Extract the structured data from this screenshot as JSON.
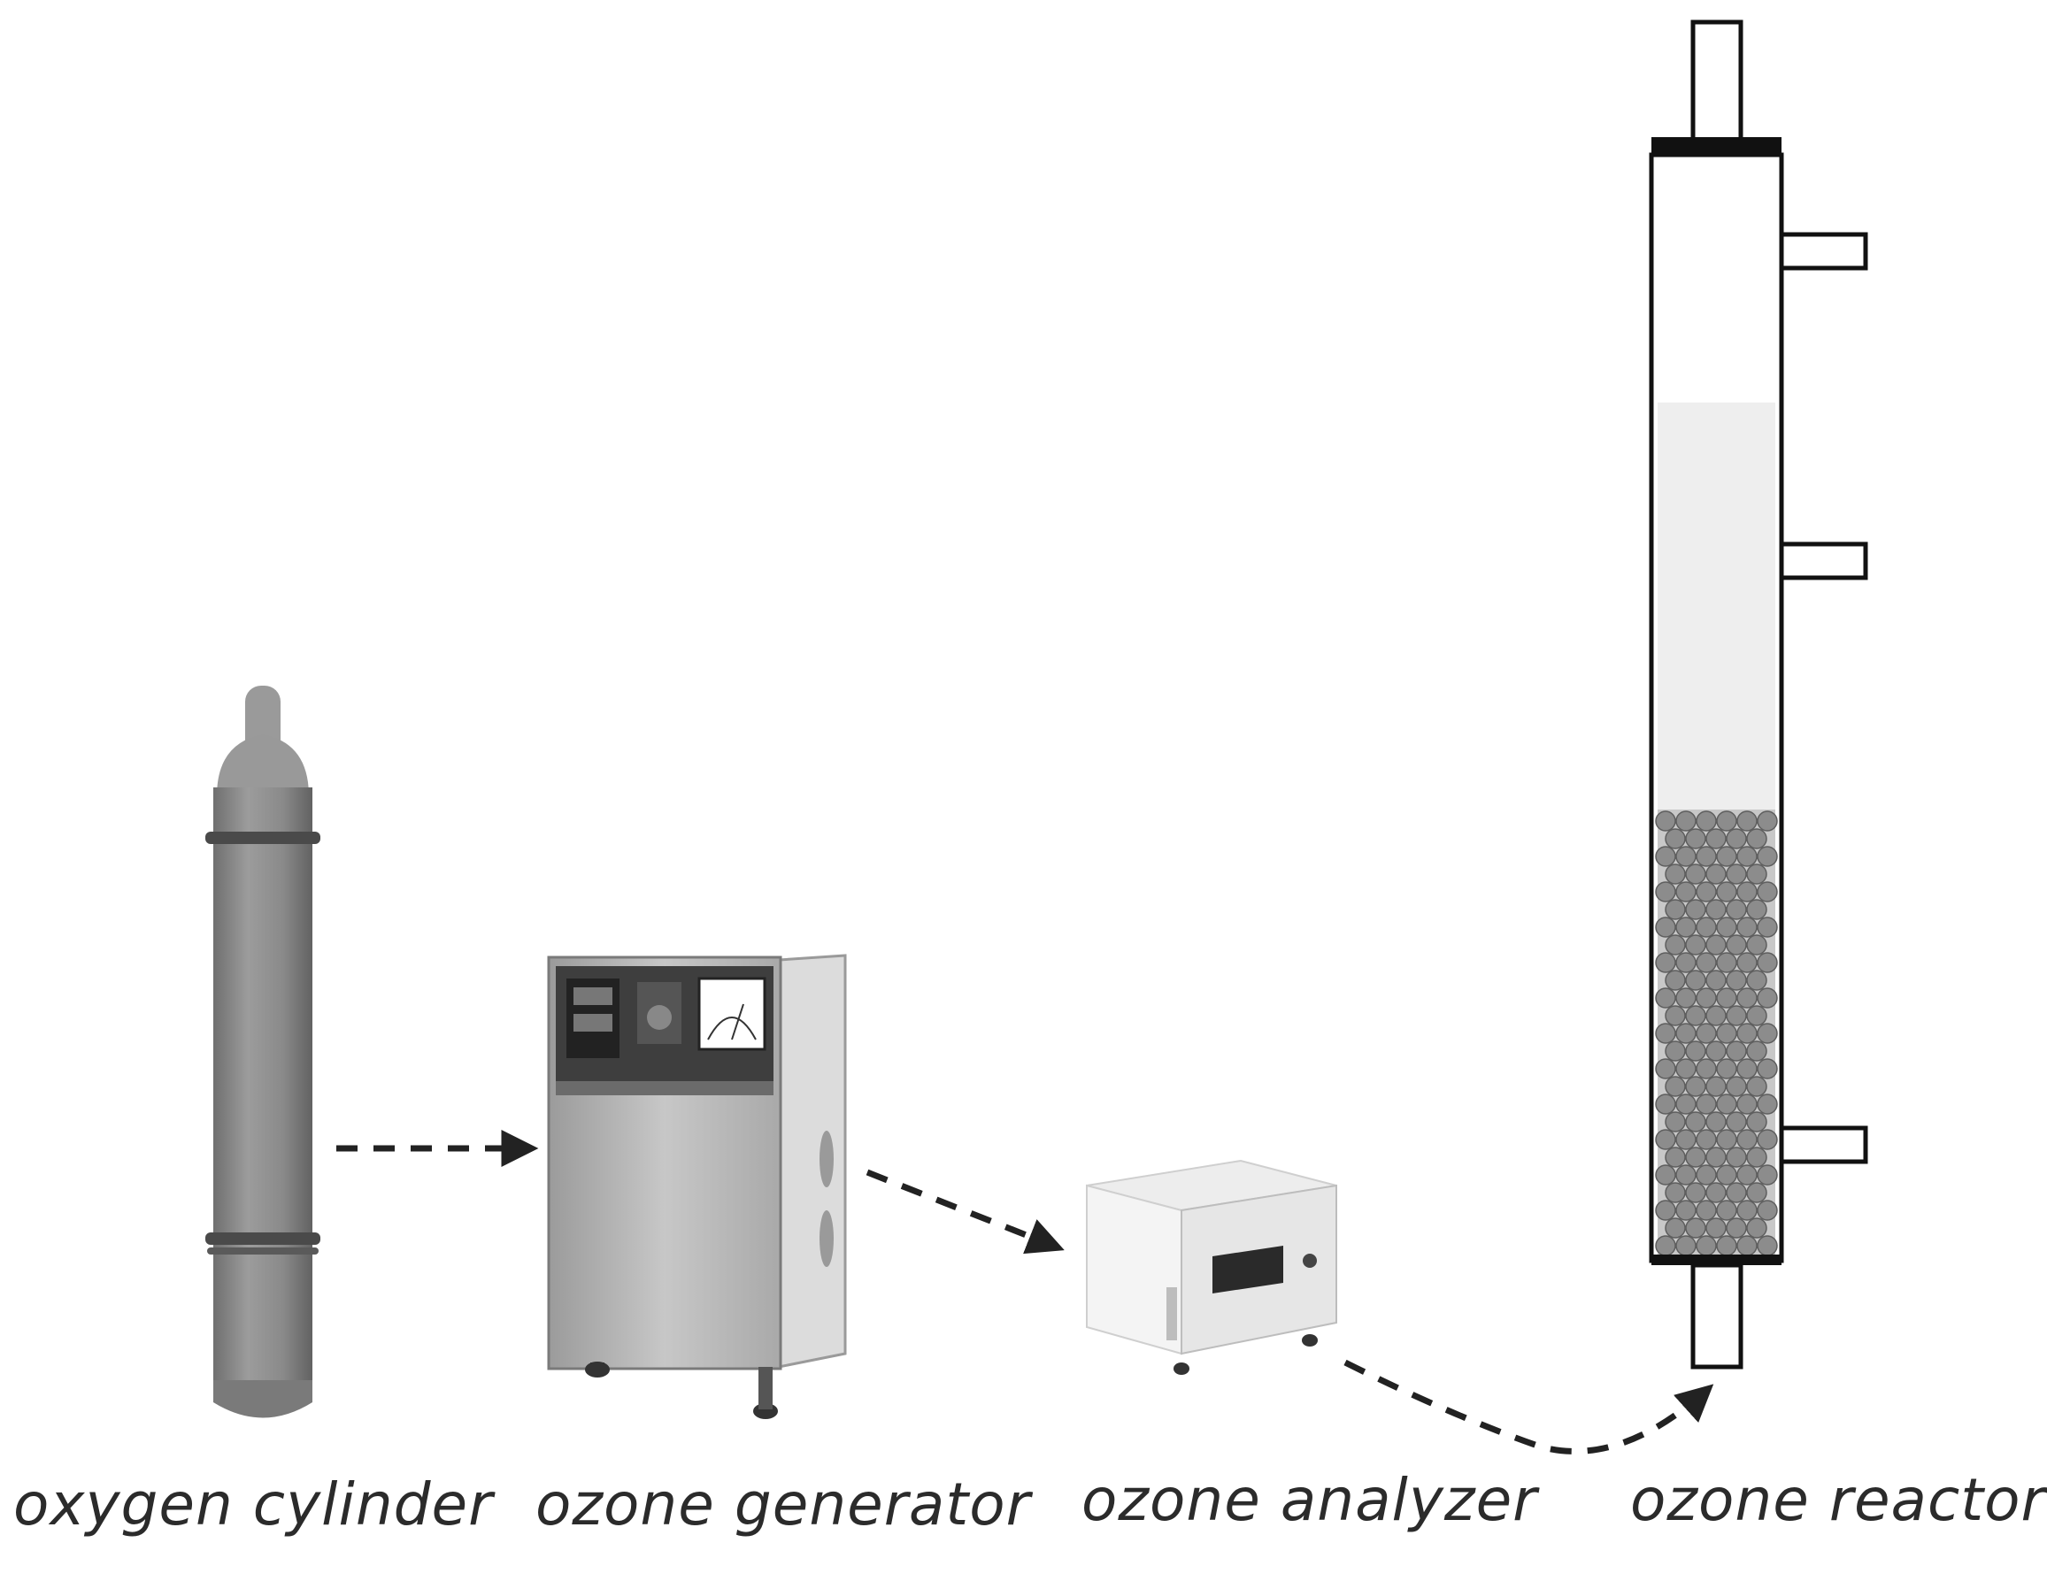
{
  "components": [
    {
      "id": "oxygen-cylinder",
      "label": "oxygen cylinder"
    },
    {
      "id": "ozone-generator",
      "label": "ozone generator"
    },
    {
      "id": "ozone-analyzer",
      "label": "ozone analyzer"
    },
    {
      "id": "ozone-reactor",
      "label": "ozone reactor"
    }
  ],
  "flow": [
    {
      "from": "oxygen-cylinder",
      "to": "ozone-generator"
    },
    {
      "from": "ozone-generator",
      "to": "ozone-analyzer"
    },
    {
      "from": "ozone-analyzer",
      "to": "ozone-reactor"
    }
  ],
  "colors": {
    "cylinder_body": "#8a8a8a",
    "generator_body": "#b9b9b9",
    "analyzer_body": "#f2f2f2",
    "reactor_liquid": "#eeeeee",
    "packing_ball": "#8c8c8c",
    "arrow": "#222222",
    "text": "#2b2b2b"
  }
}
